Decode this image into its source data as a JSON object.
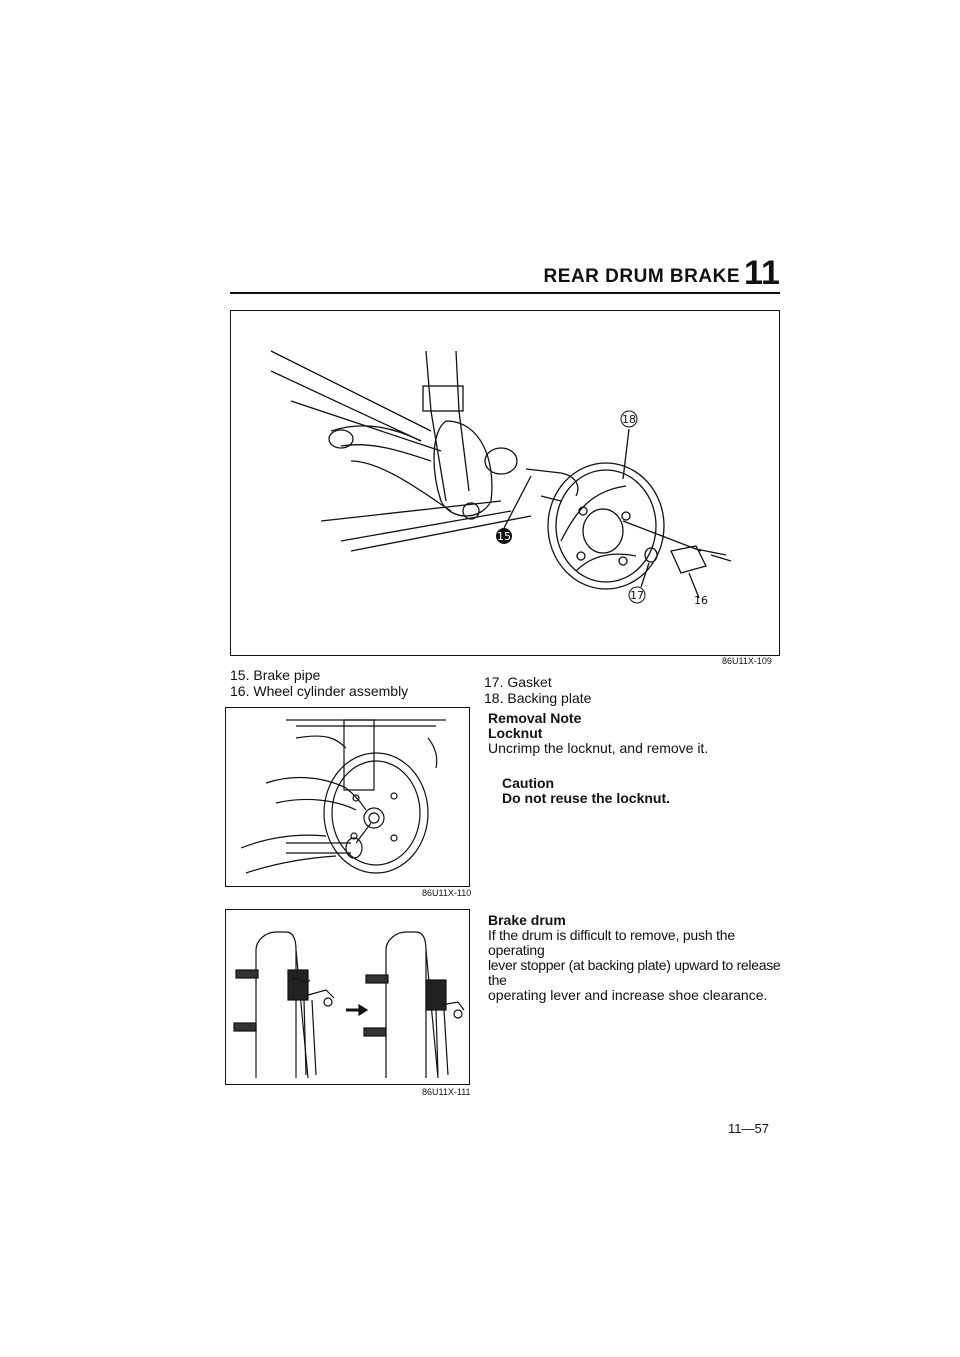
{
  "header": {
    "title": "REAR DRUM BRAKE",
    "section": "11"
  },
  "figure1": {
    "code": "86U11X-109",
    "callouts": [
      "15",
      "16",
      "17",
      "18"
    ],
    "captions_left": [
      "15. Brake pipe",
      "16. Wheel cylinder assembly"
    ],
    "captions_right": [
      "17. Gasket",
      "18. Backing plate"
    ]
  },
  "figure2": {
    "code": "86U11X-110"
  },
  "figure3": {
    "code": "86U11X-111"
  },
  "removal": {
    "heading": "Removal Note",
    "subheading": "Locknut",
    "text": "Uncrimp the locknut, and remove it.",
    "caution_heading": "Caution",
    "caution_text": "Do not reuse the locknut."
  },
  "brake_drum": {
    "heading": "Brake drum",
    "lines": [
      "If the drum is difficult to remove, push the operating",
      "lever stopper (at backing plate) upward to release the",
      "operating lever and increase shoe clearance."
    ]
  },
  "footer": {
    "page": "11—57"
  }
}
